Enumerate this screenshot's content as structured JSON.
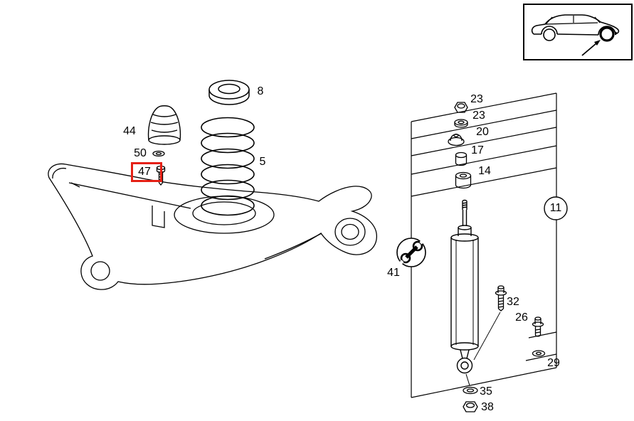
{
  "colors": {
    "background": "#ffffff",
    "line": "#000000",
    "highlight": "#e52015"
  },
  "highlight": {
    "selected_part": "47"
  },
  "icons": {
    "car_inset": "car-location-icon",
    "arrow": "axle-pointer-arrow",
    "wrench": "wrench-icon"
  },
  "labels": {
    "p8": "8",
    "p44": "44",
    "p50": "50",
    "p47": "47",
    "p5": "5",
    "p23a": "23",
    "p23b": "23",
    "p20": "20",
    "p17": "17",
    "p14": "14",
    "p11": "11",
    "p41": "41",
    "p32": "32",
    "p26": "26",
    "p29": "29",
    "p35": "35",
    "p38": "38"
  }
}
